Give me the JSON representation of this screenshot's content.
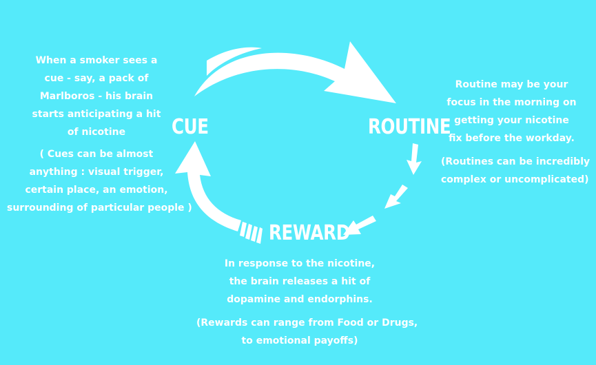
{
  "colors": {
    "background": "#55EAFA",
    "foreground": "#FFFFFF"
  },
  "nodes": {
    "cue": "CUE",
    "routine": "ROUTINE",
    "reward": "REWARD"
  },
  "cue_text": {
    "description": [
      "When a smoker sees a",
      "cue - say, a pack of",
      "Marlboros - his brain",
      "starts anticipating a hit",
      "of nicotine"
    ],
    "note": [
      "( Cues can be almost",
      "anything : visual trigger,",
      "certain place, an emotion,",
      "surrounding of particular people )"
    ]
  },
  "routine_text": {
    "description": [
      "Routine may be your",
      "focus in the morning on",
      "getting your nicotine",
      "fix before the workday."
    ],
    "note": [
      "(Routines can be incredibly",
      "complex or uncomplicated)"
    ]
  },
  "reward_text": {
    "description": [
      "In response to the nicotine,",
      "the brain releases a hit of",
      "dopamine and endorphins."
    ],
    "note": [
      "(Rewards can range from Food or Drugs,",
      "to emotional payoffs)"
    ]
  }
}
